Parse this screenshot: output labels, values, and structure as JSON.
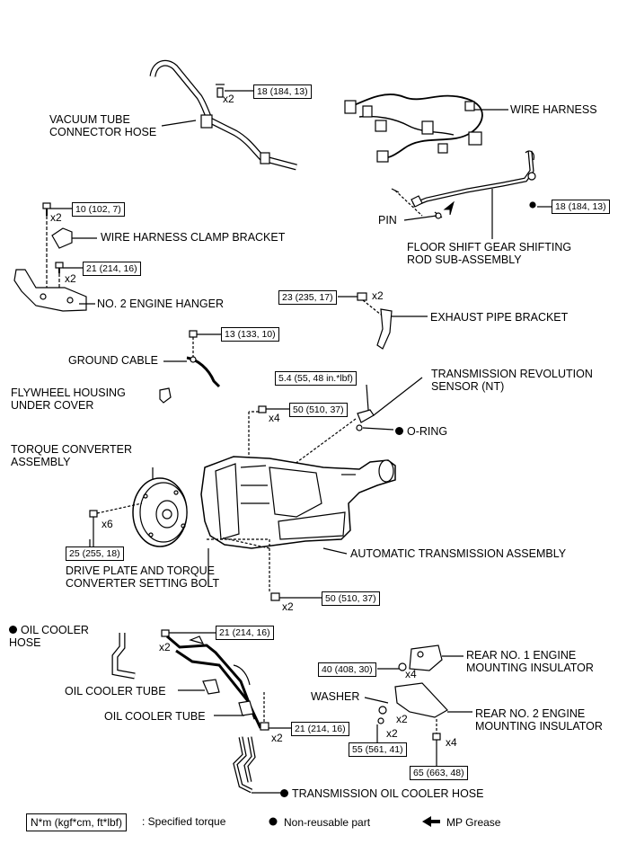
{
  "labels": {
    "vacuum_tube": "VACUUM TUBE\nCONNECTOR HOSE",
    "wire_harness": "WIRE HARNESS",
    "pin": "PIN",
    "floor_shift": "FLOOR SHIFT GEAR SHIFTING\nROD SUB-ASSEMBLY",
    "wire_harness_clamp": "WIRE HARNESS CLAMP BRACKET",
    "no2_engine_hanger": "NO. 2 ENGINE HANGER",
    "exhaust_pipe_bracket": "EXHAUST PIPE BRACKET",
    "ground_cable": "GROUND CABLE",
    "trans_rev_sensor": "TRANSMISSION REVOLUTION\nSENSOR (NT)",
    "flywheel_cover": "FLYWHEEL HOUSING\nUNDER COVER",
    "o_ring": "O-RING",
    "torque_converter": "TORQUE CONVERTER\nASSEMBLY",
    "auto_trans": "AUTOMATIC TRANSMISSION ASSEMBLY",
    "drive_plate_bolt": "DRIVE PLATE AND TORQUE\nCONVERTER SETTING BOLT",
    "oil_cooler_hose": "OIL COOLER\nHOSE",
    "oil_cooler_tube_1": "OIL COOLER TUBE",
    "oil_cooler_tube_2": "OIL COOLER TUBE",
    "rear_no1": "REAR NO. 1 ENGINE\nMOUNTING INSULATOR",
    "washer": "WASHER",
    "rear_no2": "REAR NO. 2 ENGINE\nMOUNTING INSULATOR",
    "trans_oil_cooler_hose": "TRANSMISSION OIL COOLER HOSE"
  },
  "torques": {
    "t_vacuum": "18 (184, 13)",
    "t_rod": "18 (184, 13)",
    "t_clamp": "10 (102, 7)",
    "t_hanger": "21 (214, 16)",
    "t_exhaust": "23 (235, 17)",
    "t_ground": "13 (133, 10)",
    "t_sensor": "5.4 (55, 48 in.*lbf)",
    "t_trans_upper": "50 (510, 37)",
    "t_drive_plate": "25 (255, 18)",
    "t_trans_lower": "50 (510, 37)",
    "t_oil_tube_upper": "21 (214, 16)",
    "t_oil_tube_lower": "21 (214, 16)",
    "t_rear1": "40 (408, 30)",
    "t_washer": "55 (561, 41)",
    "t_rear2": "65 (663, 48)"
  },
  "quantities": {
    "q_vacuum": "x2",
    "q_clamp": "x2",
    "q_hanger": "x2",
    "q_exhaust": "x2",
    "q_trans_upper": "x4",
    "q_drive_plate": "x6",
    "q_trans_lower": "x2",
    "q_oil_tube_upper": "x2",
    "q_oil_tube_lower": "x2",
    "q_rear1": "x4",
    "q_washer_a": "x2",
    "q_washer_b": "x2",
    "q_rear2": "x4"
  },
  "legend": {
    "torque_unit": "N*m (kgf*cm, ft*lbf)",
    "torque_desc": ": Specified torque",
    "non_reusable": "Non-reusable part",
    "grease": "MP Grease"
  }
}
